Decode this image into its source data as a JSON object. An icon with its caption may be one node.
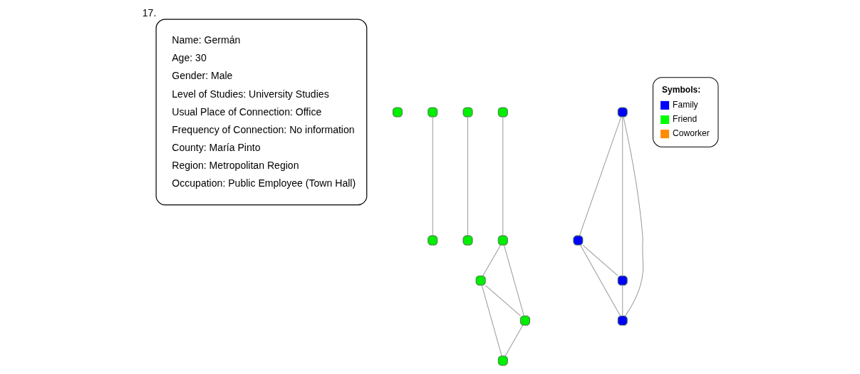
{
  "diagram": {
    "nodes": [
      {
        "text": [
          "Name: Germán",
          "Age: 30",
          "Gender: Male",
          "Level of Studies: University Studies",
          "Usual Place of Connection: Office",
          "Frequency of Connection: No information",
          "County: María Pinto",
          "Region: Metropolitan Region",
          "Occupation: Public Employee (Town Hall)"
        ],
        "beside": [
          "17."
        ]
      },
      {
        "text": [],
        "shape": "box"
      },
      {
        "text": [],
        "shape": "box"
      },
      {
        "text": [],
        "shape": "box"
      },
      {
        "text": [],
        "shape": "box"
      },
      {
        "text": [],
        "shape": "box"
      },
      {
        "text": [],
        "shape": "box"
      },
      {
        "text": [],
        "shape": "box"
      },
      {
        "text": [],
        "shape": "box"
      },
      {
        "text": [],
        "shape": "box"
      },
      {
        "text": [],
        "shape": "box"
      },
      {
        "text": [],
        "shape": "box"
      },
      {
        "text": [],
        "shape": "box"
      },
      {
        "text": [],
        "shape": "box"
      },
      {
        "text": [],
        "shape": "box"
      }
    ],
    "edges": [
      {
        "from": 2,
        "to": 3,
        "arrow": "none"
      },
      {
        "from": 4,
        "to": 5,
        "arrow": "none"
      },
      {
        "from": 8,
        "to": 10,
        "arrow": "none"
      },
      {
        "from": 8,
        "to": 12,
        "arrow": "none"
      },
      {
        "from": 8,
        "to": 14,
        "arrow": "none"
      },
      {
        "from": 10,
        "to": 12,
        "arrow": "none"
      },
      {
        "from": 10,
        "to": 14,
        "arrow": "none"
      },
      {
        "from": 14,
        "to": 12,
        "arrow": "none"
      },
      {
        "from": 6,
        "to": 9,
        "arrow": "none"
      },
      {
        "from": 9,
        "to": 7,
        "arrow": "none"
      },
      {
        "from": 9,
        "to": 13,
        "arrow": "none"
      },
      {
        "from": 7,
        "to": 13,
        "arrow": "none"
      },
      {
        "from": 7,
        "to": 11,
        "arrow": "none"
      },
      {
        "from": 13,
        "to": 11,
        "arrow": "none"
      }
    ],
    "labels": [
      "Symbols:"
    ],
    "legend": [
      {
        "text": "Family",
        "color": "#0000ff"
      },
      {
        "text": "Friend",
        "color": "#00ff00"
      },
      {
        "text": "Coworker",
        "color": "#ff8c00"
      }
    ]
  }
}
